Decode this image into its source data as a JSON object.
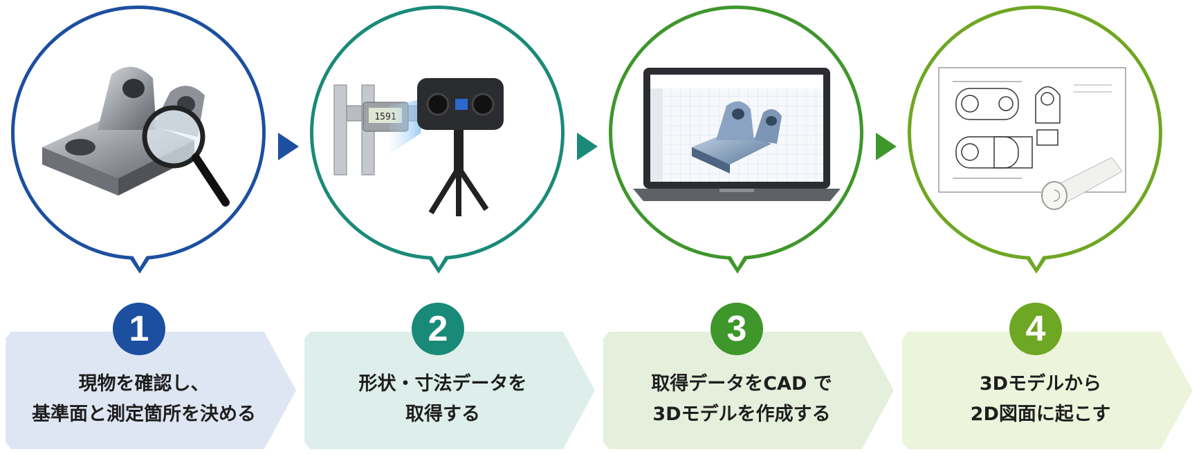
{
  "steps": [
    {
      "number": "1",
      "line1": "現物を確認し、",
      "line2": "基準面と測定箇所を決める",
      "color": "#1c4fa0",
      "banner": "#dfe6f3",
      "illustration": "part-with-magnifier-icon"
    },
    {
      "number": "2",
      "line1": "形状・寸法データを",
      "line2": "取得する",
      "color": "#1a8a78",
      "banner": "#deefeb",
      "illustration": "caliper-and-3d-scanner-icon"
    },
    {
      "number": "3",
      "line1": "取得データをCAD で",
      "line2": "3Dモデルを作成する",
      "color": "#3f962b",
      "banner": "#e5f0dc",
      "illustration": "laptop-cad-model-icon"
    },
    {
      "number": "4",
      "line1": "3Dモデルから",
      "line2": "2D図面に起こす",
      "color": "#6ea723",
      "banner": "#edf4dc",
      "illustration": "2d-drawing-and-blueprint-roll-icon"
    }
  ],
  "caliper_readout": "1591"
}
